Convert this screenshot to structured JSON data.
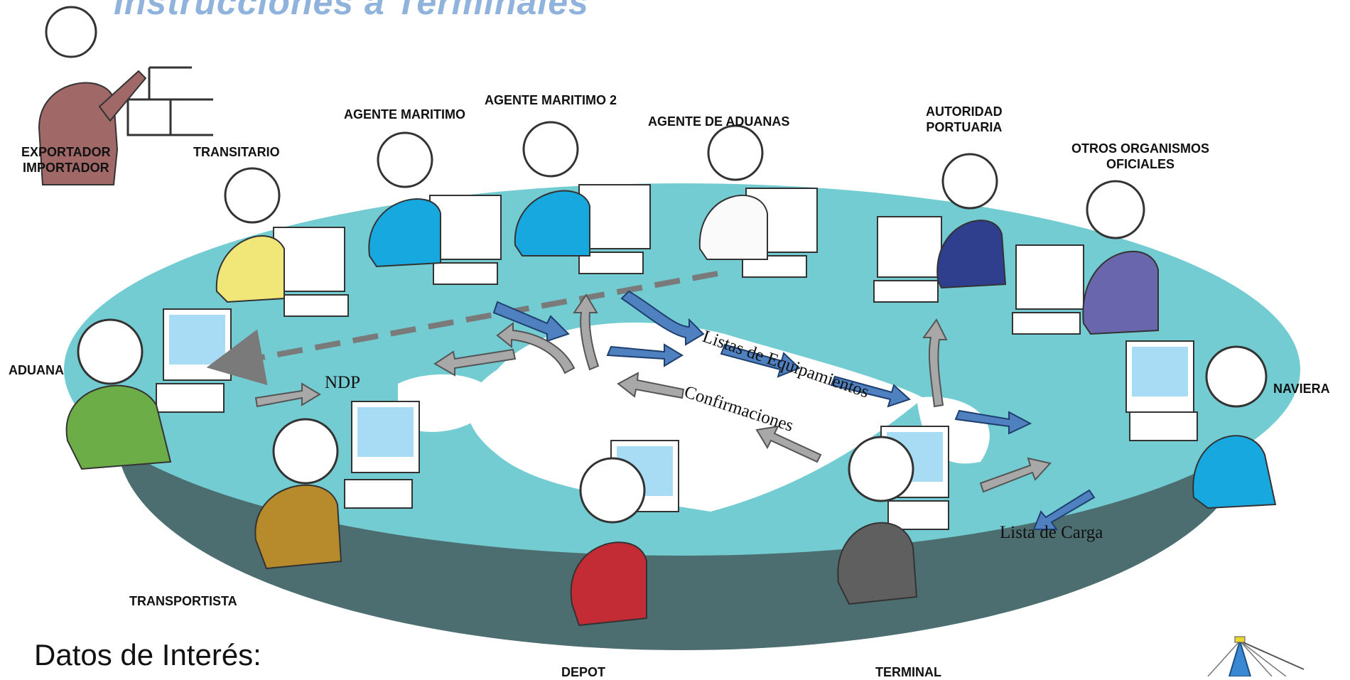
{
  "title": "Instrucciones a Terminales",
  "roles": {
    "exportador_importador": "EXPORTADOR\nIMPORTADOR",
    "transitario": "TRANSITARIO",
    "agente_maritimo": "AGENTE MARITIMO",
    "agente_maritimo_2": "AGENTE MARITIMO 2",
    "agente_aduanas": "AGENTE DE ADUANAS",
    "autoridad_portuaria": "AUTORIDAD\nPORTUARIA",
    "otros_organismos": "OTROS ORGANISMOS\nOFICIALES",
    "aduana": "ADUANA",
    "naviera": "NAVIERA",
    "transportista": "TRANSPORTISTA",
    "depot": "DEPOT",
    "terminal": "TERMINAL"
  },
  "flows": {
    "listas_equipamientos": "Listas de Equipamientos",
    "confirmaciones": "Confirmaciones",
    "ndp": "NDP",
    "lista_carga": "Lista de Carga"
  },
  "footer": {
    "datos": "Datos de Interés:"
  },
  "colors": {
    "table_top": "#72ccd2",
    "table_side": "#4d6e70",
    "blue_arrow": "#4f80c0",
    "gray_arrow": "#a8a8a8",
    "title": "#8fb3dc"
  }
}
